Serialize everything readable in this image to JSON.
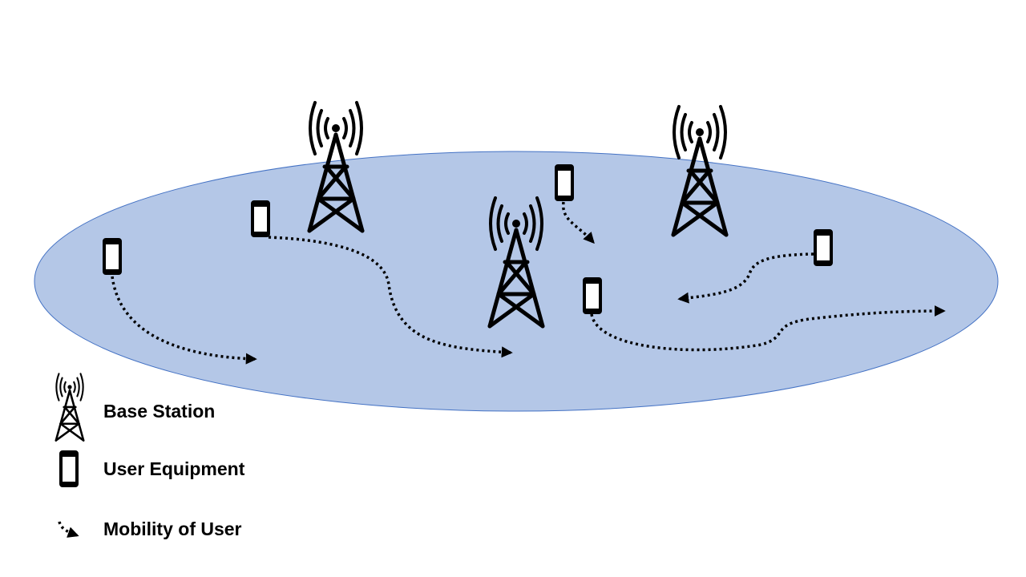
{
  "colors": {
    "coverage_fill": "#b4c7e7",
    "coverage_stroke": "#4472c4",
    "ink": "#000000",
    "device_screen": "#ffffff"
  },
  "legend": {
    "base_station": {
      "icon": "base-station-icon",
      "label": "Base Station"
    },
    "user_equipment": {
      "icon": "phone-icon",
      "label": "User Equipment"
    },
    "mobility": {
      "icon": "dotted-arrow-icon",
      "label": "Mobility of User"
    }
  }
}
